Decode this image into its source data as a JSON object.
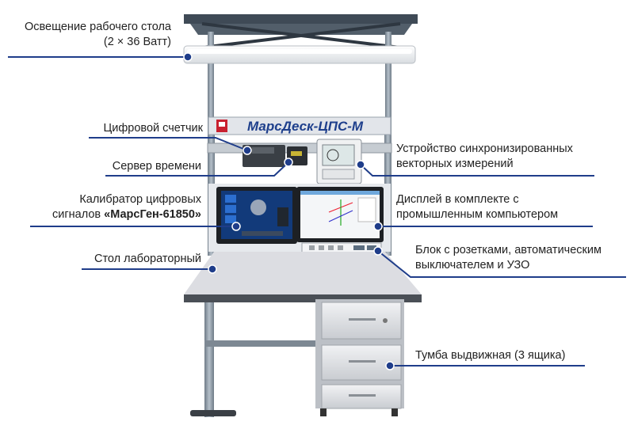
{
  "product_name": "МарсДеск-ЦПС-М",
  "callouts": {
    "lighting": {
      "line1": "Освещение рабочего стола",
      "line2": "(2 × 36 Ватт)"
    },
    "digital_counter": "Цифровой счетчик",
    "time_server": "Сервер времени",
    "calibrator": {
      "line1": "Калибратор цифровых",
      "line2_prefix": "сигналов ",
      "line2_bold": "«МарсГен-61850»"
    },
    "lab_table": "Стол лабораторный",
    "pmu": {
      "line1": "Устройство синхронизированных",
      "line2": "векторных измерений"
    },
    "display": {
      "line1": "Дисплей в комплекте с",
      "line2": "промышленным компьютером"
    },
    "socket_block": {
      "line1": "Блок с розетками, автоматическим",
      "line2": "выключателем и УЗО"
    },
    "drawer_unit": "Тумба выдвижная (3 ящика)"
  },
  "colors": {
    "leader": "#1f3d8a",
    "frame": "#8e9aa6",
    "panel": "#dfe3e8",
    "screen": "#123a7a",
    "table_top": "#dcdde2"
  }
}
